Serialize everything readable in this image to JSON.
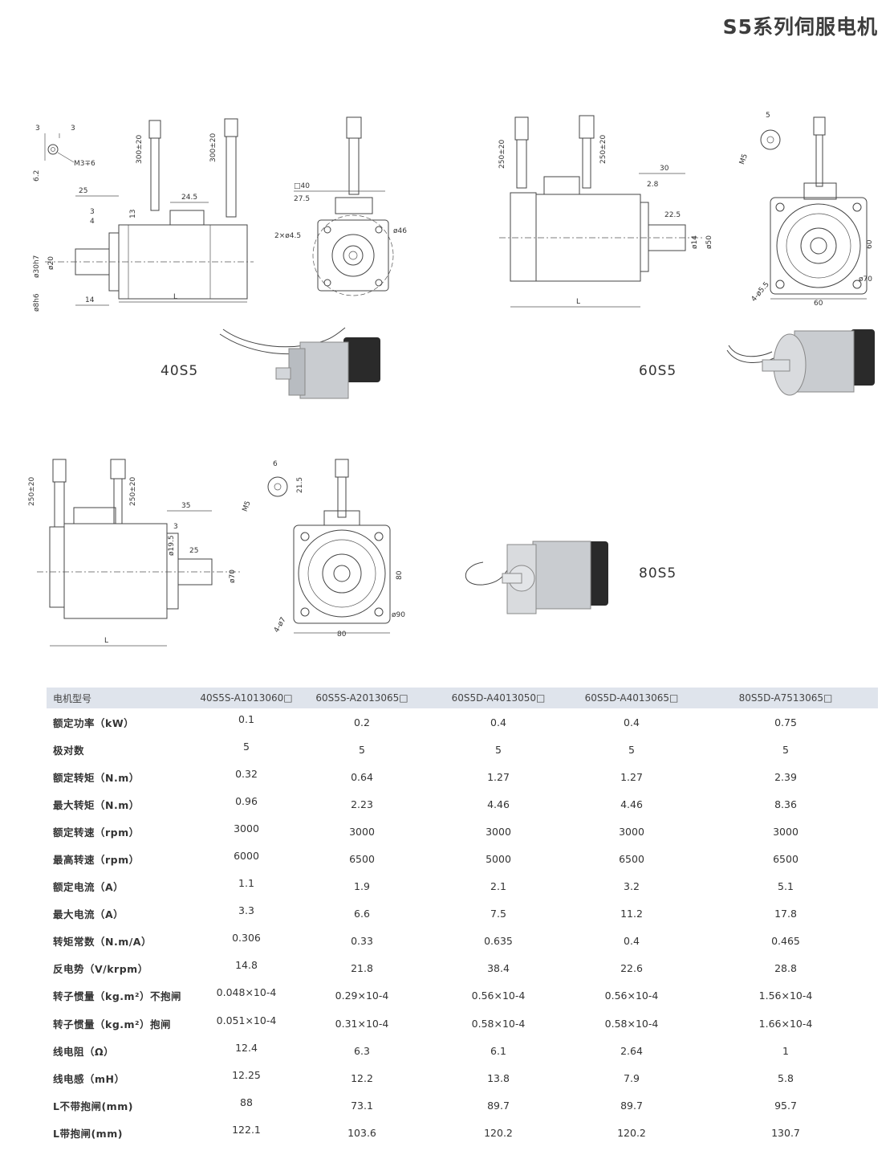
{
  "page_title": "S5系列伺服电机",
  "models": {
    "m40": "40S5",
    "m60": "60S5",
    "m80": "80S5"
  },
  "drawing_dims": {
    "d40": [
      "3",
      "6.2",
      "3",
      "M3∓6",
      "300±20",
      "300±20",
      "25",
      "24.5",
      "3",
      "4",
      "13",
      "□40",
      "27.5",
      "2×ø4.5",
      "ø46",
      "ø30h7",
      "ø20",
      "ø8h6",
      "14",
      "L"
    ],
    "d60": [
      "250±20",
      "250±20",
      "30",
      "2.8",
      "22.5",
      "ø14",
      "ø50",
      "L",
      "5",
      "M5",
      "60",
      "4-ø5.5",
      "ø70",
      "60"
    ],
    "d80": [
      "250±20",
      "250±20",
      "35",
      "3",
      "ø19.5",
      "25",
      "ø70",
      "L",
      "6",
      "M5",
      "21.5",
      "80",
      "80",
      "4-ø7",
      "ø90"
    ]
  },
  "table": {
    "headers": [
      "电机型号",
      "40S5S-A1013060□",
      "60S5S-A2013065□",
      "60S5D-A4013050□",
      "60S5D-A4013065□",
      "80S5D-A7513065□"
    ],
    "rows": [
      [
        "额定功率（kW）",
        "0.1",
        "0.2",
        "0.4",
        "0.4",
        "0.75"
      ],
      [
        "极对数",
        "5",
        "5",
        "5",
        "5",
        "5"
      ],
      [
        "额定转矩（N.m）",
        "0.32",
        "0.64",
        "1.27",
        "1.27",
        "2.39"
      ],
      [
        "最大转矩（N.m）",
        "0.96",
        "2.23",
        "4.46",
        "4.46",
        "8.36"
      ],
      [
        "额定转速（rpm）",
        "3000",
        "3000",
        "3000",
        "3000",
        "3000"
      ],
      [
        "最高转速（rpm）",
        "6000",
        "6500",
        "5000",
        "6500",
        "6500"
      ],
      [
        "额定电流（A）",
        "1.1",
        "1.9",
        "2.1",
        "3.2",
        "5.1"
      ],
      [
        "最大电流（A）",
        "3.3",
        "6.6",
        "7.5",
        "11.2",
        "17.8"
      ],
      [
        "转矩常数（N.m/A）",
        "0.306",
        "0.33",
        "0.635",
        "0.4",
        "0.465"
      ],
      [
        "反电势（V/krpm）",
        "14.8",
        "21.8",
        "38.4",
        "22.6",
        "28.8"
      ],
      [
        "转子惯量（kg.m²）不抱闸",
        "0.048×10-4",
        "0.29×10-4",
        "0.56×10-4",
        "0.56×10-4",
        "1.56×10-4"
      ],
      [
        "转子惯量（kg.m²）抱闸",
        "0.051×10-4",
        "0.31×10-4",
        "0.58×10-4",
        "0.58×10-4",
        "1.66×10-4"
      ],
      [
        "线电阻（Ω）",
        "12.4",
        "6.3",
        "6.1",
        "2.64",
        "1"
      ],
      [
        "线电感（mH）",
        "12.25",
        "12.2",
        "13.8",
        "7.9",
        "5.8"
      ],
      [
        "L不带抱闸(mm)",
        "88",
        "73.1",
        "89.7",
        "89.7",
        "95.7"
      ],
      [
        "L带抱闸(mm)",
        "122.1",
        "103.6",
        "120.2",
        "120.2",
        "130.7"
      ]
    ]
  }
}
